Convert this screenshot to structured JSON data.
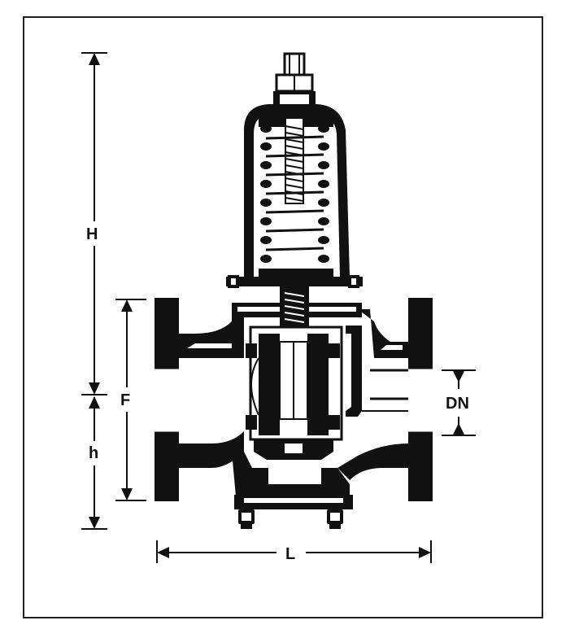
{
  "diagram": {
    "labels": {
      "H": "H",
      "F": "F",
      "h": "h",
      "DN": "DN",
      "L": "L"
    },
    "colors": {
      "ink": "#111111",
      "paper": "#ffffff",
      "frame": "#222222"
    }
  }
}
